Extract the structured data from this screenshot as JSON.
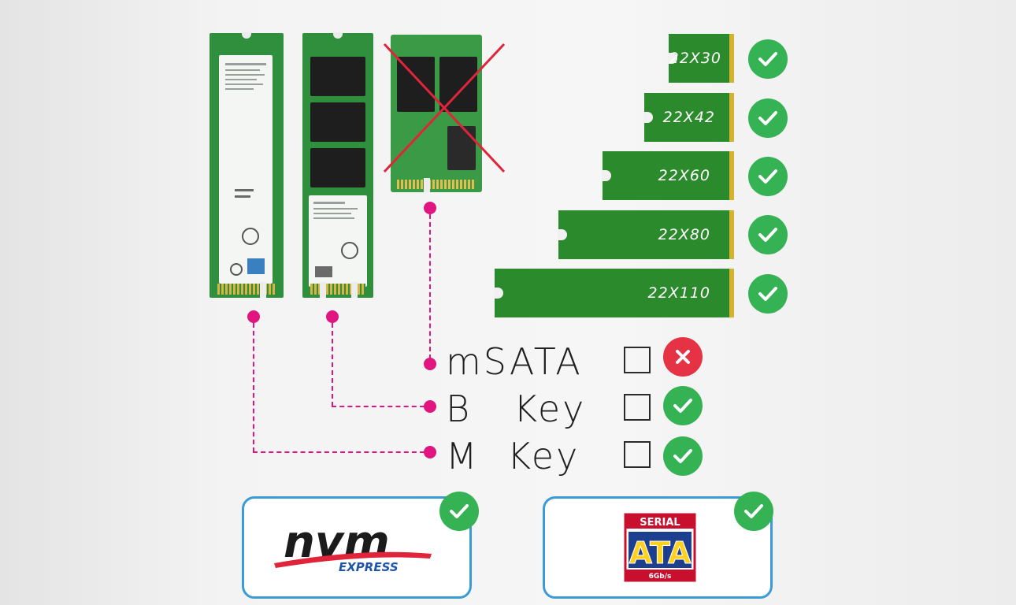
{
  "sizes": [
    {
      "label": "22X30"
    },
    {
      "label": "22X42"
    },
    {
      "label": "22X60"
    },
    {
      "label": "22X80"
    },
    {
      "label": "22X110"
    }
  ],
  "keys": {
    "msata": {
      "label": "mSATA",
      "supported": false
    },
    "bkey": {
      "label": "B   Key",
      "supported": true
    },
    "mkey": {
      "label": "M  Key",
      "supported": true
    }
  },
  "protocols": {
    "nvme": {
      "word": "nvm",
      "sub": "EXPRESS",
      "supported": true
    },
    "sata": {
      "top": "SERIAL",
      "main": "ATA",
      "speed": "6Gb/s",
      "supported": true
    }
  },
  "colors": {
    "check": "#35b253",
    "cross": "#e53245",
    "connector": "#e0157f",
    "bar": "#2b8a2c",
    "box_border": "#3a9bd6"
  }
}
